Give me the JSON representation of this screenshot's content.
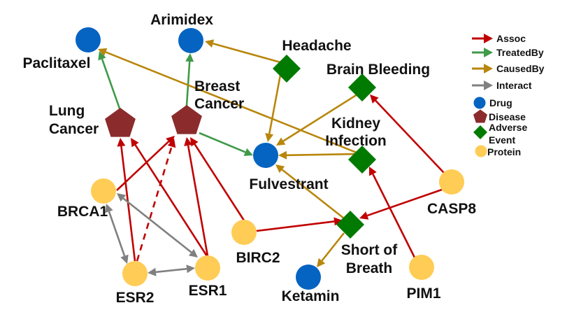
{
  "diagram": {
    "type": "knowledge-graph",
    "nodes": [
      {
        "id": "paclitaxel",
        "label": [
          "Paclitaxel"
        ],
        "type": "Drug"
      },
      {
        "id": "arimidex",
        "label": [
          "Arimidex"
        ],
        "type": "Drug"
      },
      {
        "id": "fulvestrant",
        "label": [
          "Fulvestrant"
        ],
        "type": "Drug"
      },
      {
        "id": "ketamin",
        "label": [
          "Ketamin"
        ],
        "type": "Drug"
      },
      {
        "id": "lung-cancer",
        "label": [
          "Lung",
          "Cancer"
        ],
        "type": "Disease"
      },
      {
        "id": "breast-cancer",
        "label": [
          "Breast",
          "Cancer"
        ],
        "type": "Disease"
      },
      {
        "id": "headache",
        "label": [
          "Headache"
        ],
        "type": "Adverse Event"
      },
      {
        "id": "brain-bleeding",
        "label": [
          "Brain Bleeding"
        ],
        "type": "Adverse Event"
      },
      {
        "id": "kidney-infection",
        "label": [
          "Kidney",
          "Infection"
        ],
        "type": "Adverse Event"
      },
      {
        "id": "short-of-breath",
        "label": [
          "Short of",
          "Breath"
        ],
        "type": "Adverse Event"
      },
      {
        "id": "brca1",
        "label": [
          "BRCA1"
        ],
        "type": "Protein"
      },
      {
        "id": "esr2",
        "label": [
          "ESR2"
        ],
        "type": "Protein"
      },
      {
        "id": "esr1",
        "label": [
          "ESR1"
        ],
        "type": "Protein"
      },
      {
        "id": "birc2",
        "label": [
          "BIRC2"
        ],
        "type": "Protein"
      },
      {
        "id": "casp8",
        "label": [
          "CASP8"
        ],
        "type": "Protein"
      },
      {
        "id": "pim1",
        "label": [
          "PIM1"
        ],
        "type": "Protein"
      }
    ],
    "edges": [
      {
        "source": "brca1",
        "target": "breast-cancer",
        "relation": "Assoc"
      },
      {
        "source": "esr2",
        "target": "lung-cancer",
        "relation": "Assoc"
      },
      {
        "source": "esr2",
        "target": "breast-cancer",
        "relation": "Assoc",
        "dashed": true
      },
      {
        "source": "esr1",
        "target": "lung-cancer",
        "relation": "Assoc"
      },
      {
        "source": "esr1",
        "target": "breast-cancer",
        "relation": "Assoc"
      },
      {
        "source": "birc2",
        "target": "breast-cancer",
        "relation": "Assoc"
      },
      {
        "source": "birc2",
        "target": "short-of-breath",
        "relation": "Assoc"
      },
      {
        "source": "casp8",
        "target": "short-of-breath",
        "relation": "Assoc"
      },
      {
        "source": "casp8",
        "target": "brain-bleeding",
        "relation": "Assoc"
      },
      {
        "source": "pim1",
        "target": "kidney-infection",
        "relation": "Assoc"
      },
      {
        "source": "lung-cancer",
        "target": "paclitaxel",
        "relation": "TreatedBy"
      },
      {
        "source": "breast-cancer",
        "target": "arimidex",
        "relation": "TreatedBy"
      },
      {
        "source": "breast-cancer",
        "target": "fulvestrant",
        "relation": "TreatedBy"
      },
      {
        "source": "headache",
        "target": "arimidex",
        "relation": "CausedBy"
      },
      {
        "source": "headache",
        "target": "fulvestrant",
        "relation": "CausedBy"
      },
      {
        "source": "brain-bleeding",
        "target": "fulvestrant",
        "relation": "CausedBy"
      },
      {
        "source": "kidney-infection",
        "target": "fulvestrant",
        "relation": "CausedBy"
      },
      {
        "source": "kidney-infection",
        "target": "paclitaxel",
        "relation": "CausedBy"
      },
      {
        "source": "short-of-breath",
        "target": "fulvestrant",
        "relation": "CausedBy"
      },
      {
        "source": "short-of-breath",
        "target": "ketamin",
        "relation": "CausedBy"
      },
      {
        "source": "brca1",
        "target": "esr2",
        "relation": "Interact",
        "bidirectional": true
      },
      {
        "source": "brca1",
        "target": "esr1",
        "relation": "Interact",
        "bidirectional": true
      },
      {
        "source": "esr2",
        "target": "esr1",
        "relation": "Interact",
        "bidirectional": true
      }
    ]
  },
  "legend": {
    "edge_types": [
      {
        "label": "Assoc",
        "color": "#C00000"
      },
      {
        "label": "TreatedBy",
        "color": "#3F9A4A"
      },
      {
        "label": "CausedBy",
        "color": "#B8860B"
      },
      {
        "label": "Interact",
        "color": "#808080"
      }
    ],
    "node_types": [
      {
        "type": "Drug",
        "label": [
          "Drug"
        ],
        "shape": "circle",
        "color": "#0563C1"
      },
      {
        "type": "Disease",
        "label": [
          "Disease"
        ],
        "shape": "pentagon",
        "color": "#8B2B2B"
      },
      {
        "type": "Adverse Event",
        "label": [
          "Adverse",
          "Event"
        ],
        "shape": "diamond",
        "color": "#007A00"
      },
      {
        "type": "Protein",
        "label": [
          "Protein"
        ],
        "shape": "circle",
        "color": "#FFCC55"
      }
    ]
  }
}
